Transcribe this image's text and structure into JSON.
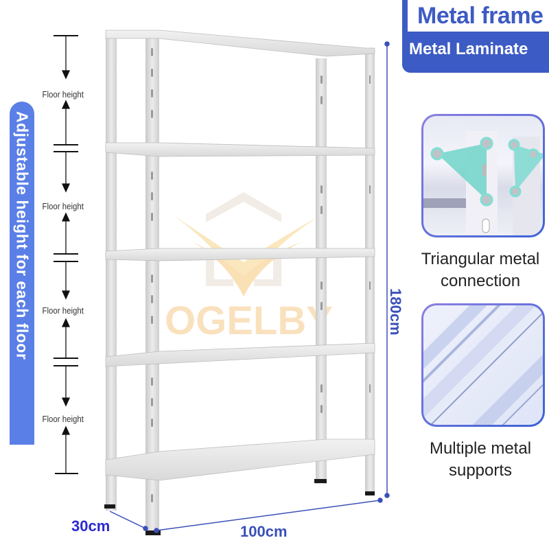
{
  "header": {
    "title": "Metal frame",
    "subtitle": "Metal Laminate"
  },
  "side_banner": {
    "text": "Adjustable height for each floor"
  },
  "floor_guide": {
    "labels": [
      "Floor height",
      "Floor height",
      "Floor height",
      "Floor height"
    ]
  },
  "dimensions": {
    "height": "180cm",
    "width": "100cm",
    "depth": "30cm"
  },
  "features": [
    {
      "caption_line1": "Triangular metal",
      "caption_line2": "connection",
      "icon": "triangular-bracket-icon"
    },
    {
      "caption_line1": "Multiple metal",
      "caption_line2": "supports",
      "icon": "corrugated-shelf-icon"
    }
  ],
  "watermark": {
    "brand": "OGELBY"
  },
  "product": {
    "shelf_count": 5
  },
  "colors": {
    "accent_blue": "#3d5bc4",
    "banner_blue": "#5a7fe6",
    "dimension_blue": "#3a50b8",
    "depth_label_blue": "#2a2ad0",
    "watermark_orange": "#f7c98a",
    "frame_gray": "#dcdcdc",
    "bracket_teal": "#6fd3c8"
  }
}
